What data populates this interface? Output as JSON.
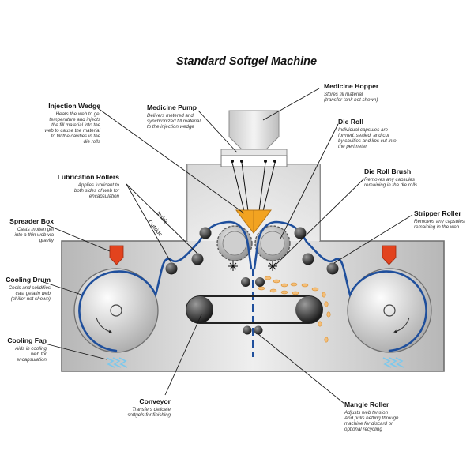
{
  "diagram": {
    "title": "Standard Softgel Machine",
    "colors": {
      "web": "#1f4f9c",
      "accent": "#f2a321",
      "spreader": "#e2431e",
      "fan": "#7cc8ec",
      "capsule": "#f4be78",
      "frame": "#6f6f6f"
    },
    "labels": {
      "medicine_hopper": {
        "heading": "Medicine Hopper",
        "lines": [
          "Stores fill material",
          "(transfer tank not shown)"
        ]
      },
      "medicine_pump": {
        "heading": "Medicine Pump",
        "lines": [
          "Delivers metered and",
          "synchronized fill material",
          "to the injection wedge"
        ]
      },
      "injection_wedge": {
        "heading": "Injection Wedge",
        "lines": [
          "Heats the web to gel",
          "temperature and injects",
          "the fill material into the",
          "web to cause the material",
          "to fill the cavities in the",
          "die rolls"
        ]
      },
      "die_roll": {
        "heading": "Die Roll",
        "lines": [
          "Individual capsules are",
          "formed, sealed, and cut",
          "by cavities and lips cut into",
          "the perimeter"
        ]
      },
      "die_roll_brush": {
        "heading": "Die Roll Brush",
        "lines": [
          "Removes any capsules",
          "remaining in the die rolls"
        ]
      },
      "lubrication_rollers": {
        "heading": "Lubrication Rollers",
        "lines": [
          "Applies lubricant to",
          "both sides of web for",
          "encapsulation"
        ]
      },
      "stripper_roller": {
        "heading": "Stripper Roller",
        "lines": [
          "Removes any capsules",
          "remaining in the web"
        ]
      },
      "spreader_box": {
        "heading": "Spreader Box",
        "lines": [
          "Casts molten gel",
          "into a thin web via",
          "gravity"
        ]
      },
      "cooling_drum": {
        "heading": "Cooling Drum",
        "lines": [
          "Cools and solidifies",
          "cast gelatin web",
          "(chiller not shown)"
        ]
      },
      "cooling_fan": {
        "heading": "Cooling Fan",
        "lines": [
          "Aids in cooling",
          "web for",
          "encapsulation"
        ]
      },
      "conveyor": {
        "heading": "Conveyor",
        "lines": [
          "Transfers delicate",
          "softgels for finishing"
        ]
      },
      "mangle_roller": {
        "heading": "Mangle Roller",
        "lines": [
          "Adjusts web tension",
          "And pulls netting through",
          "machine for discard or",
          "optional recycling"
        ]
      }
    },
    "inside_label": "Inside",
    "outside_label": "Outside"
  }
}
